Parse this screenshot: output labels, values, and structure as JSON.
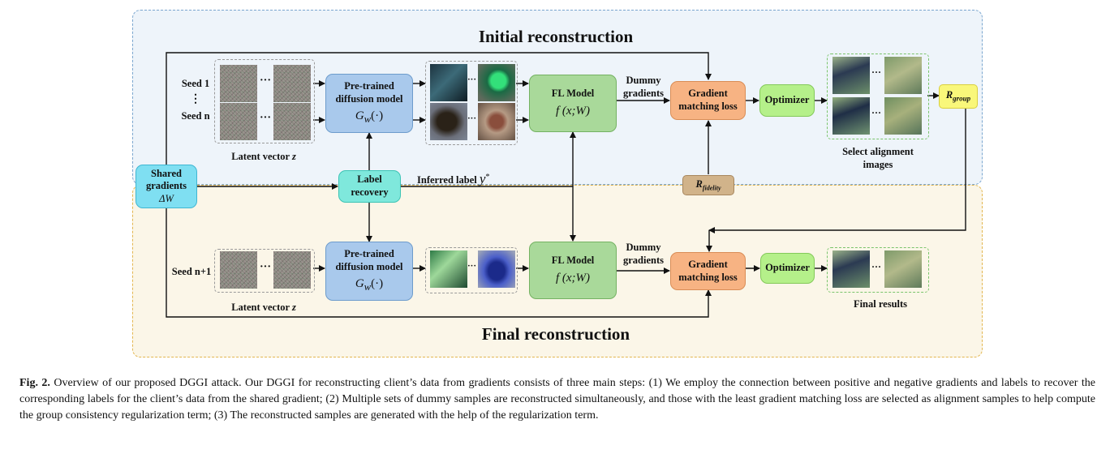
{
  "panels": {
    "initial_title": "Initial reconstruction",
    "final_title": "Final reconstruction"
  },
  "seeds": {
    "seed1": "Seed 1",
    "vdots": "⋮",
    "seedn": "Seed n",
    "seedn1": "Seed n+1",
    "latent_label": "Latent vector",
    "latent_symbol": "z",
    "ellipsis": "···"
  },
  "shared": {
    "line1": "Shared",
    "line2": "gradients",
    "symbol": "ΔW"
  },
  "label_recovery": {
    "line1": "Label",
    "line2": "recovery"
  },
  "inferred": {
    "text": "Inferred label",
    "symbol": "y",
    "sup": "*"
  },
  "diffusion": {
    "line1": "Pre-trained",
    "line2": "diffusion model",
    "formula": "G",
    "sub": "w",
    "arg": "(·)"
  },
  "fl_model": {
    "title": "FL  Model",
    "formula": "f (x;W)"
  },
  "dummy": {
    "line1": "Dummy",
    "line2": "gradients"
  },
  "gml": {
    "line1": "Gradient",
    "line2": "matching loss"
  },
  "optimizer": "Optimizer",
  "r_group": {
    "base": "R",
    "sub": "group"
  },
  "r_fidelity": {
    "base": "R",
    "sub": "fidelity"
  },
  "select": {
    "line1": "Select alignment",
    "line2": "images"
  },
  "final_results": "Final results",
  "caption": {
    "fig": "Fig. 2.",
    "text": "Overview of our proposed DGGI attack. Our DGGI for reconstructing client’s data from gradients consists of three main steps: (1) We employ the connection between positive and negative gradients and labels to recover the corresponding labels for the client’s data from the shared gradient; (2) Multiple sets of dummy samples are reconstructed simultaneously, and those with the least gradient matching loss are selected as alignment samples to help compute the group consistency regularization term; (3) The reconstructed samples are generated with the help of the regularization term."
  },
  "colors": {
    "panel_top": "#eef4fa",
    "panel_bottom": "#fbf6e8",
    "diffusion": "#a9c9ec",
    "fl_model": "#a9d99a",
    "gml": "#f7b383",
    "optimizer": "#b5f08a",
    "shared": "#7fdff2",
    "label_recovery": "#7fe8dc",
    "r_group": "#f9f77a",
    "r_fidelity": "#d1b38a"
  }
}
